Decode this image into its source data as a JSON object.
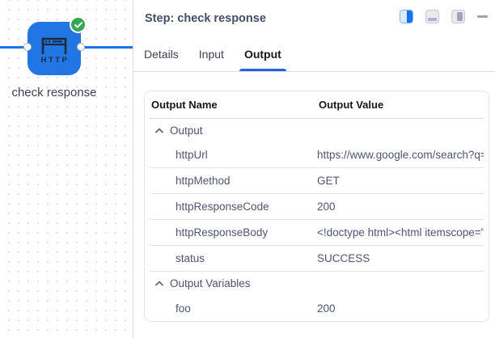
{
  "canvas": {
    "node": {
      "type_label": "HTTP",
      "label": "check response",
      "status": "success"
    }
  },
  "panel": {
    "title": "Step: check response",
    "window_controls": [
      {
        "icon": "layout-split-icon",
        "active": true
      },
      {
        "icon": "layout-bottom-icon",
        "active": false
      },
      {
        "icon": "layout-right-icon",
        "active": false
      },
      {
        "icon": "minimize-icon",
        "active": false
      }
    ],
    "tabs": [
      {
        "label": "Details",
        "active": false
      },
      {
        "label": "Input",
        "active": false
      },
      {
        "label": "Output",
        "active": true
      }
    ],
    "table": {
      "col_name": "Output Name",
      "col_value": "Output Value",
      "groups": [
        {
          "label": "Output",
          "expanded": true,
          "rows": [
            {
              "name": "httpUrl",
              "value": "https://www.google.com/search?q="
            },
            {
              "name": "httpMethod",
              "value": "GET"
            },
            {
              "name": "httpResponseCode",
              "value": "200"
            },
            {
              "name": "httpResponseBody",
              "value": "<!doctype html><html itemscope=\""
            },
            {
              "name": "status",
              "value": "SUCCESS"
            }
          ]
        },
        {
          "label": "Output Variables",
          "expanded": true,
          "rows": [
            {
              "name": "foo",
              "value": "200"
            }
          ]
        }
      ]
    }
  },
  "colors": {
    "accent_blue": "#1a73e8",
    "node_blue": "#2276e4",
    "success_green": "#34a853",
    "slate_text": "#4d5670"
  }
}
